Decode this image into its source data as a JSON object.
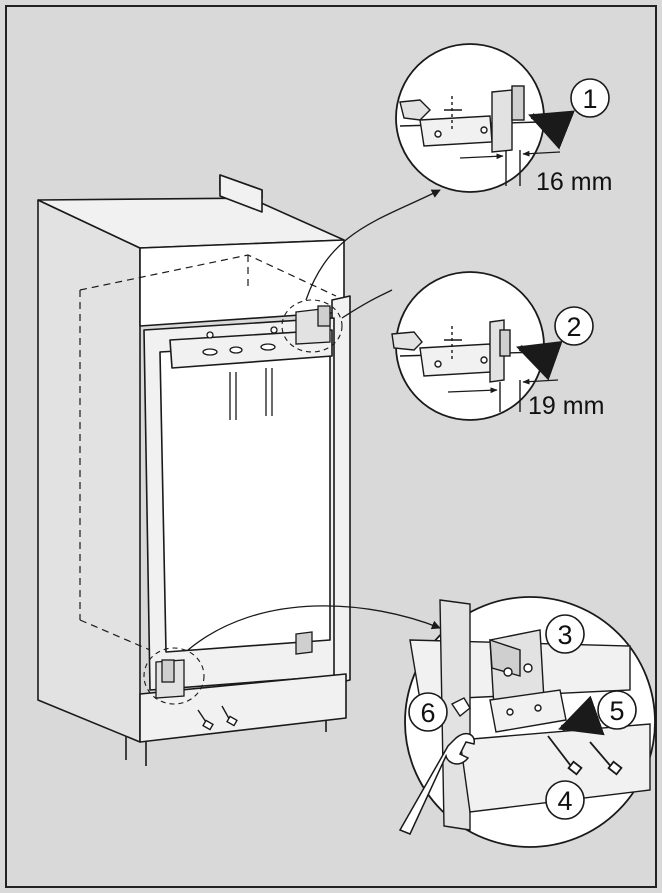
{
  "colors": {
    "background": "#d9d9d9",
    "frame": "#222222",
    "line": "#1a1a1a",
    "panel_white": "#ffffff",
    "panel_light": "#f1f1f1",
    "panel_mid": "#e2e2e2",
    "panel_dark": "#cfcfcf",
    "hinge_dark": "#777777"
  },
  "callouts": {
    "c1": "1",
    "c2": "2",
    "c3": "3",
    "c4": "4",
    "c5": "5",
    "c6": "6"
  },
  "dimensions": {
    "d1": "16 mm",
    "d2": "19 mm"
  },
  "icons": [
    "arrow-icon",
    "wrench-icon",
    "screw-icon"
  ]
}
